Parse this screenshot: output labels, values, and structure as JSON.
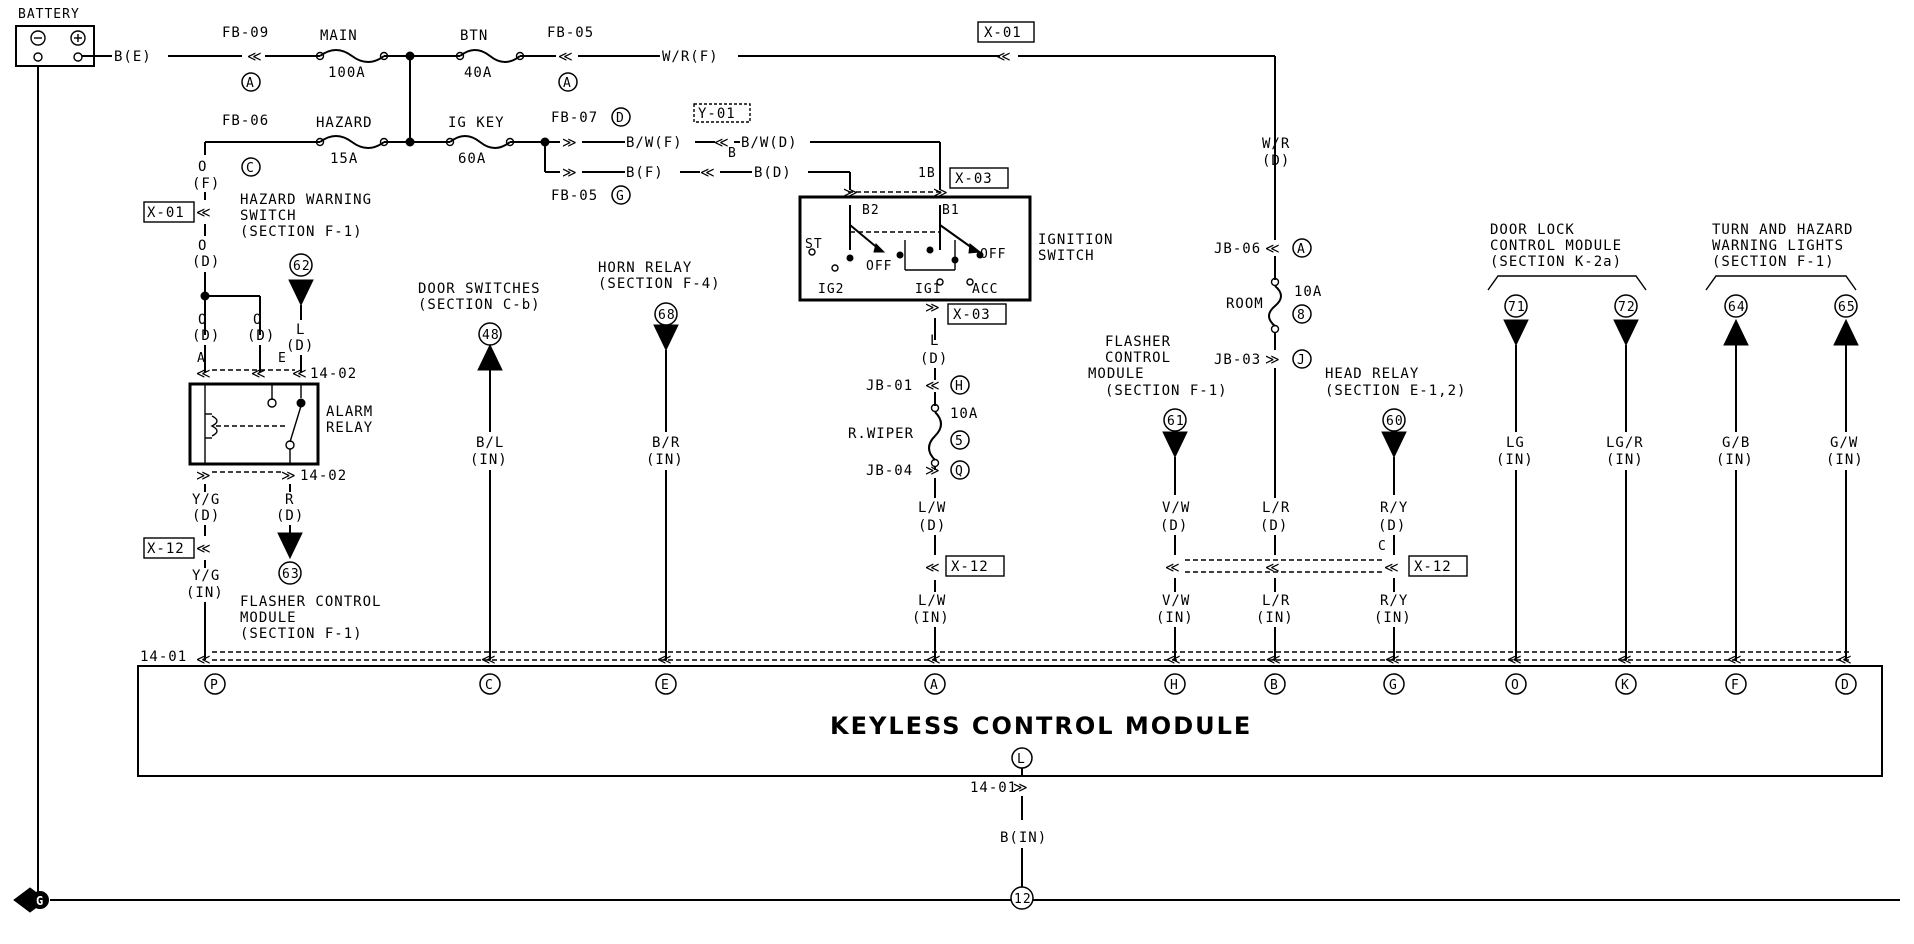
{
  "battery": {
    "label": "BATTERY",
    "wire": "B(E)"
  },
  "fuses": {
    "main": {
      "name": "MAIN",
      "rating": "100A"
    },
    "btn": {
      "name": "BTN",
      "rating": "40A"
    },
    "hazard": {
      "name": "HAZARD",
      "rating": "15A"
    },
    "igkey": {
      "name": "IG KEY",
      "rating": "60A"
    },
    "room": {
      "name": "ROOM",
      "rating": "10A",
      "num": "8"
    },
    "rwiper": {
      "name": "R.WIPER",
      "rating": "10A",
      "num": "5"
    }
  },
  "connectors": {
    "fb09": "FB-09",
    "fb05a": "FB-05",
    "fb06": "FB-06",
    "fb07": "FB-07",
    "fb05b": "FB-05",
    "x01a": "X-01",
    "x01b": "X-01",
    "y01": "Y-01",
    "x03a": "X-03",
    "x03b": "X-03",
    "x12a": "X-12",
    "x12b": "X-12",
    "x12c": "X-12",
    "c1402a": "14-02",
    "c1402b": "14-02",
    "c1401a": "14-01",
    "c1401b": "14-01",
    "jb06": "JB-06",
    "jb03": "JB-03",
    "jb01": "JB-01",
    "jb04": "JB-04"
  },
  "refs": {
    "a1": "A",
    "a2": "A",
    "c1": "C",
    "d1": "D",
    "g1": "G",
    "jb06": "A",
    "jb03": "J",
    "jb01": "H",
    "jb04": "Q"
  },
  "wires": {
    "wr_f": "W/R(F)",
    "bw_f": "B/W(F)",
    "bw_d": "B/W(D)",
    "b_f": "B(F)",
    "b_d": "B(D)",
    "o": "O",
    "f": "(F)",
    "d": "(D)",
    "in": "(IN)",
    "l": "L",
    "r": "R",
    "yg": "Y/G",
    "wr": "W/R",
    "lw": "L/W",
    "vw": "V/W",
    "lr": "L/R",
    "ry": "R/Y",
    "bl": "B/L",
    "br": "B/R",
    "lg": "LG",
    "lgr": "LG/R",
    "gb": "G/B",
    "gw": "G/W",
    "b_in": "B(IN)",
    "pin_18": "1B",
    "pin_b": "B",
    "pin_a": "A",
    "pin_e": "E",
    "pin_c": "C"
  },
  "components": {
    "hazard_switch": [
      "HAZARD WARNING",
      "SWITCH",
      "(SECTION F-1)"
    ],
    "alarm_relay": [
      "ALARM",
      "RELAY"
    ],
    "door_switches": [
      "DOOR SWITCHES",
      "(SECTION C-b)"
    ],
    "horn_relay": [
      "HORN RELAY",
      "(SECTION F-4)"
    ],
    "ignition_switch": [
      "IGNITION",
      "SWITCH"
    ],
    "ign_labels": {
      "st": "ST",
      "b2": "B2",
      "b1": "B1",
      "off1": "OFF",
      "off2": "OFF",
      "ig2": "IG2",
      "ig1": "IG1",
      "acc": "ACC"
    },
    "flasher_ctrl_1": [
      "FLASHER CONTROL",
      "MODULE",
      "(SECTION F-1)"
    ],
    "flasher_ctrl_2": [
      "FLASHER",
      "CONTROL",
      "MODULE",
      "(SECTION F-1)"
    ],
    "head_relay": [
      "HEAD RELAY",
      "(SECTION E-1,2)"
    ],
    "door_lock": [
      "DOOR LOCK",
      "CONTROL MODULE",
      "(SECTION K-2a)"
    ],
    "turn_hazard": [
      "TURN AND HAZARD",
      "WARNING LIGHTS",
      "(SECTION F-1)"
    ]
  },
  "refnums": {
    "n62": "62",
    "n63": "63",
    "n48": "48",
    "n68": "68",
    "n61": "61",
    "n60": "60",
    "n71": "71",
    "n72": "72",
    "n64": "64",
    "n65": "65",
    "n12": "12"
  },
  "module": {
    "title": "KEYLESS CONTROL MODULE",
    "pins": {
      "p": "P",
      "c": "C",
      "e": "E",
      "a": "A",
      "h": "H",
      "b": "B",
      "g": "G",
      "o": "O",
      "k": "K",
      "f": "F",
      "d": "D",
      "l": "L"
    }
  },
  "ground": {
    "label": "G"
  }
}
